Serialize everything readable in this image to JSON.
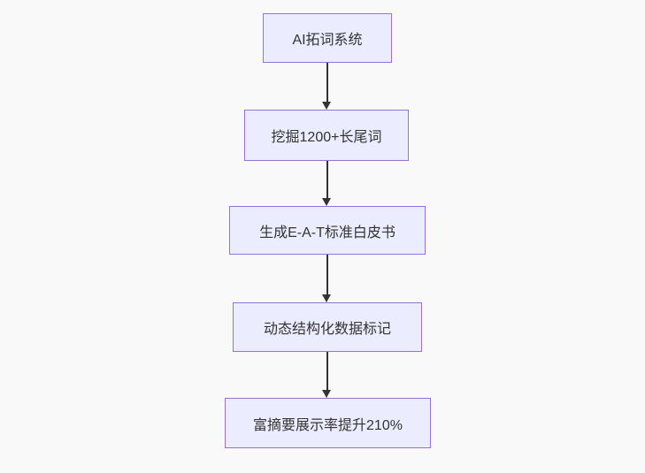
{
  "flowchart": {
    "type": "flowchart",
    "direction": "top-down",
    "nodes": [
      {
        "label": "AI拓词系统"
      },
      {
        "label": "挖掘1200+长尾词"
      },
      {
        "label": "生成E-A-T标准白皮书"
      },
      {
        "label": "动态结构化数据标记"
      },
      {
        "label": "富摘要展示率提升210%"
      }
    ],
    "edges": [
      {
        "from": 0,
        "to": 1
      },
      {
        "from": 1,
        "to": 2
      },
      {
        "from": 2,
        "to": 3
      },
      {
        "from": 3,
        "to": 4
      }
    ],
    "colors": {
      "background": "#F9F9F9",
      "node_fill": "#ECECFF",
      "node_border": "#9370DB",
      "text": "#333333",
      "arrow": "#333333"
    }
  }
}
